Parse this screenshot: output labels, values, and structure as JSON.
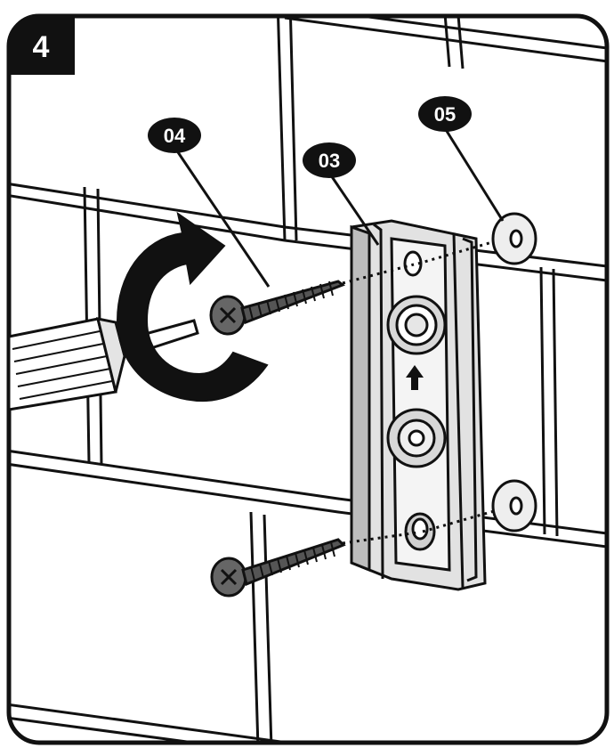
{
  "step": {
    "number": "4"
  },
  "callouts": {
    "bracket": "03",
    "screw": "04",
    "washer": "05"
  },
  "colors": {
    "line": "#111111",
    "background": "#ffffff",
    "badge": "#111111",
    "screw_fill": "#555555",
    "metal_fill": "#dddddd"
  },
  "icons": [
    "rotation-arrow-icon",
    "up-arrow-icon"
  ]
}
